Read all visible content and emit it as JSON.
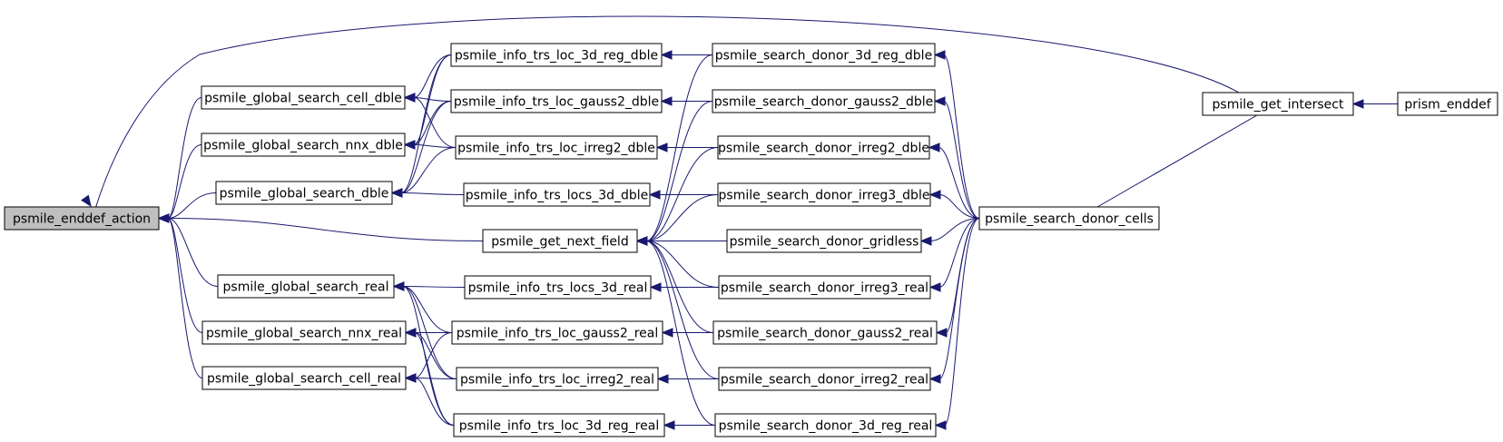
{
  "graph": {
    "nodes": [
      {
        "id": "root",
        "label": "psmile_enddef_action"
      },
      {
        "id": "gs_cell_dble",
        "label": "psmile_global_search_cell_dble"
      },
      {
        "id": "gs_nnx_dble",
        "label": "psmile_global_search_nnx_dble"
      },
      {
        "id": "gs_dble",
        "label": "psmile_global_search_dble"
      },
      {
        "id": "gs_real",
        "label": "psmile_global_search_real"
      },
      {
        "id": "gs_nnx_real",
        "label": "psmile_global_search_nnx_real"
      },
      {
        "id": "gs_cell_real",
        "label": "psmile_global_search_cell_real"
      },
      {
        "id": "info_3d_reg_dble",
        "label": "psmile_info_trs_loc_3d_reg_dble"
      },
      {
        "id": "info_gauss2_dble",
        "label": "psmile_info_trs_loc_gauss2_dble"
      },
      {
        "id": "info_irreg2_dble",
        "label": "psmile_info_trs_loc_irreg2_dble"
      },
      {
        "id": "info_locs_3d_dble",
        "label": "psmile_info_trs_locs_3d_dble"
      },
      {
        "id": "get_next_field",
        "label": "psmile_get_next_field"
      },
      {
        "id": "info_locs_3d_real",
        "label": "psmile_info_trs_locs_3d_real"
      },
      {
        "id": "info_gauss2_real",
        "label": "psmile_info_trs_loc_gauss2_real"
      },
      {
        "id": "info_irreg2_real",
        "label": "psmile_info_trs_loc_irreg2_real"
      },
      {
        "id": "info_3d_reg_real",
        "label": "psmile_info_trs_loc_3d_reg_real"
      },
      {
        "id": "sd_3d_reg_dble",
        "label": "psmile_search_donor_3d_reg_dble"
      },
      {
        "id": "sd_gauss2_dble",
        "label": "psmile_search_donor_gauss2_dble"
      },
      {
        "id": "sd_irreg2_dble",
        "label": "psmile_search_donor_irreg2_dble"
      },
      {
        "id": "sd_irreg3_dble",
        "label": "psmile_search_donor_irreg3_dble"
      },
      {
        "id": "sd_gridless",
        "label": "psmile_search_donor_gridless"
      },
      {
        "id": "sd_irreg3_real",
        "label": "psmile_search_donor_irreg3_real"
      },
      {
        "id": "sd_gauss2_real",
        "label": "psmile_search_donor_gauss2_real"
      },
      {
        "id": "sd_irreg2_real",
        "label": "psmile_search_donor_irreg2_real"
      },
      {
        "id": "sd_3d_reg_real",
        "label": "psmile_search_donor_3d_reg_real"
      },
      {
        "id": "sd_cells",
        "label": "psmile_search_donor_cells"
      },
      {
        "id": "get_intersect",
        "label": "psmile_get_intersect"
      },
      {
        "id": "prism_enddef",
        "label": "prism_enddef"
      }
    ],
    "edges": [
      [
        "gs_cell_dble",
        "root"
      ],
      [
        "gs_nnx_dble",
        "root"
      ],
      [
        "gs_dble",
        "root"
      ],
      [
        "gs_real",
        "root"
      ],
      [
        "gs_nnx_real",
        "root"
      ],
      [
        "gs_cell_real",
        "root"
      ],
      [
        "get_next_field",
        "root"
      ],
      [
        "get_intersect",
        "root"
      ],
      [
        "info_3d_reg_dble",
        "gs_cell_dble"
      ],
      [
        "info_gauss2_dble",
        "gs_cell_dble"
      ],
      [
        "info_irreg2_dble",
        "gs_cell_dble"
      ],
      [
        "info_3d_reg_dble",
        "gs_nnx_dble"
      ],
      [
        "info_gauss2_dble",
        "gs_nnx_dble"
      ],
      [
        "info_irreg2_dble",
        "gs_nnx_dble"
      ],
      [
        "info_3d_reg_dble",
        "gs_dble"
      ],
      [
        "info_gauss2_dble",
        "gs_dble"
      ],
      [
        "info_irreg2_dble",
        "gs_dble"
      ],
      [
        "info_locs_3d_dble",
        "gs_dble"
      ],
      [
        "info_locs_3d_real",
        "gs_real"
      ],
      [
        "info_gauss2_real",
        "gs_real"
      ],
      [
        "info_irreg2_real",
        "gs_real"
      ],
      [
        "info_3d_reg_real",
        "gs_real"
      ],
      [
        "info_gauss2_real",
        "gs_nnx_real"
      ],
      [
        "info_irreg2_real",
        "gs_nnx_real"
      ],
      [
        "info_3d_reg_real",
        "gs_nnx_real"
      ],
      [
        "info_gauss2_real",
        "gs_cell_real"
      ],
      [
        "info_irreg2_real",
        "gs_cell_real"
      ],
      [
        "info_3d_reg_real",
        "gs_cell_real"
      ],
      [
        "sd_3d_reg_dble",
        "info_3d_reg_dble"
      ],
      [
        "sd_gauss2_dble",
        "info_gauss2_dble"
      ],
      [
        "sd_irreg2_dble",
        "info_irreg2_dble"
      ],
      [
        "sd_irreg3_dble",
        "info_locs_3d_dble"
      ],
      [
        "sd_irreg3_real",
        "info_locs_3d_real"
      ],
      [
        "sd_gauss2_real",
        "info_gauss2_real"
      ],
      [
        "sd_irreg2_real",
        "info_irreg2_real"
      ],
      [
        "sd_3d_reg_real",
        "info_3d_reg_real"
      ],
      [
        "sd_3d_reg_dble",
        "get_next_field"
      ],
      [
        "sd_gauss2_dble",
        "get_next_field"
      ],
      [
        "sd_irreg2_dble",
        "get_next_field"
      ],
      [
        "sd_irreg3_dble",
        "get_next_field"
      ],
      [
        "sd_gridless",
        "get_next_field"
      ],
      [
        "sd_irreg3_real",
        "get_next_field"
      ],
      [
        "sd_gauss2_real",
        "get_next_field"
      ],
      [
        "sd_irreg2_real",
        "get_next_field"
      ],
      [
        "sd_3d_reg_real",
        "get_next_field"
      ],
      [
        "sd_cells",
        "sd_3d_reg_dble"
      ],
      [
        "sd_cells",
        "sd_gauss2_dble"
      ],
      [
        "sd_cells",
        "sd_irreg2_dble"
      ],
      [
        "sd_cells",
        "sd_irreg3_dble"
      ],
      [
        "sd_cells",
        "sd_gridless"
      ],
      [
        "sd_cells",
        "sd_irreg3_real"
      ],
      [
        "sd_cells",
        "sd_gauss2_real"
      ],
      [
        "sd_cells",
        "sd_irreg2_real"
      ],
      [
        "sd_cells",
        "sd_3d_reg_real"
      ],
      [
        "sd_cells",
        "get_intersect"
      ],
      [
        "prism_enddef",
        "get_intersect"
      ]
    ],
    "colors": {
      "edge": "#191970",
      "root_fill": "#bfbfbf",
      "node_fill": "#ffffff",
      "border": "#000000"
    }
  }
}
